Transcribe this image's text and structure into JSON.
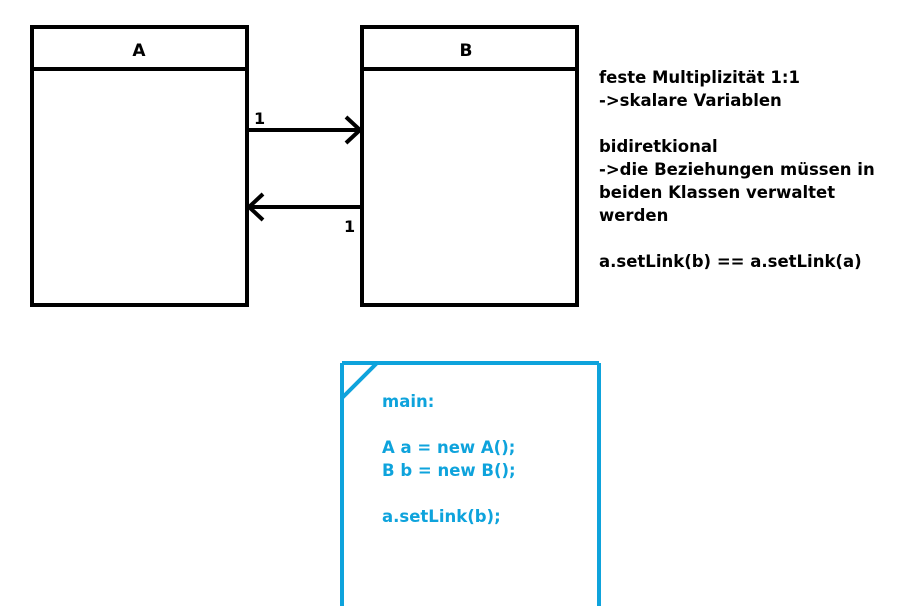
{
  "colors": {
    "line": "#000000",
    "note_accent": "#0ea3dc",
    "background": "#ffffff"
  },
  "classes": {
    "a": {
      "name": "A"
    },
    "b": {
      "name": "B"
    }
  },
  "associations": {
    "a_to_b_multiplicity": "1",
    "b_to_a_multiplicity": "1"
  },
  "notes": {
    "line1": "feste Multiplizität 1:1",
    "line2": "->skalare Variablen",
    "line3": "bidiretkional",
    "line4": "->die Beziehungen müssen in",
    "line5": "beiden Klassen verwaltet",
    "line6": "werden",
    "line7": "a.setLink(b) == a.setLink(a)"
  },
  "code_note": {
    "title": "main:",
    "line1": "A a = new A();",
    "line2": "B b = new B();",
    "line3": "a.setLink(b);"
  }
}
